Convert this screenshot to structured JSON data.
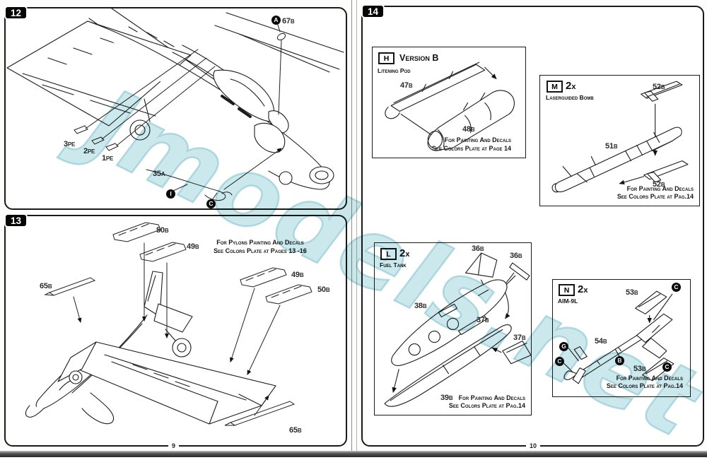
{
  "watermark": {
    "text": "Jmodels.net"
  },
  "page_left": {
    "number": "9"
  },
  "page_right": {
    "number": "10"
  },
  "step12": {
    "badge": "12",
    "callout_a": "A",
    "part_67": "67B",
    "part_3pe": "3PE",
    "part_2pe": "2PE",
    "part_1pe": "1PE",
    "part_35": "35A",
    "callout_i": "I",
    "callout_c": "C"
  },
  "step13": {
    "badge": "13",
    "note_line1": "For Pylons Painting And Decals",
    "note_line2": "See Colors Plate at Pages 13 -16",
    "part_50_top": "50B",
    "part_49_top": "49B",
    "part_49_right": "49B",
    "part_50_right": "50B",
    "part_65_left": "65B",
    "part_65_bottom": "65B"
  },
  "step14": {
    "badge": "14",
    "box_h": {
      "letter": "H",
      "title": "Version B",
      "subtitle": "Litening Pod",
      "part_47": "47B",
      "part_48": "48B",
      "note_line1": "For Painting And Decals",
      "note_line2": "See Colors Plate at Page 14"
    },
    "box_m": {
      "letter": "M",
      "qty": "2x",
      "subtitle": "Laserguided Bomb",
      "part_52_top": "52B",
      "part_51": "51B",
      "part_52_bottom": "52B",
      "note_line1": "For Painting And Decals",
      "note_line2": "See Colors Plate at Pag.14"
    },
    "box_l": {
      "letter": "L",
      "qty": "2x",
      "subtitle": "Fuel Tank",
      "part_36_left": "36B",
      "part_36_right": "36B",
      "part_38": "38B",
      "part_37_upper": "37B",
      "part_37_lower": "37B",
      "part_39": "39B",
      "note_line1": "For Painting And Decals",
      "note_line2": "See Colors Plate at Pag.14"
    },
    "box_n": {
      "letter": "N",
      "qty": "2x",
      "subtitle": "AIM-9L",
      "part_53_top": "53B",
      "part_54": "54B",
      "part_53_bottom": "53B",
      "callout_c_top": "C",
      "callout_g": "G",
      "callout_c_left": "C",
      "callout_b": "B",
      "callout_c_bottom": "C",
      "note_line1": "For Painting And Decals",
      "note_line2": "See Colors Plate at Pag.14"
    }
  }
}
